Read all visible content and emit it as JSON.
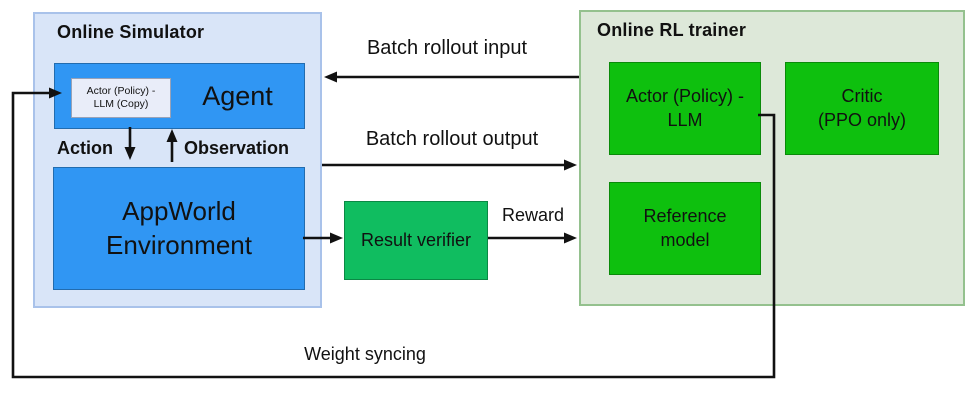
{
  "diagram": {
    "simulator": {
      "title": "Online Simulator",
      "agent": {
        "label": "Agent",
        "copy_model_label": "Actor (Policy) -\nLLM (Copy)"
      },
      "action_label": "Action",
      "observation_label": "Observation",
      "environment_label": "AppWorld\nEnvironment"
    },
    "verifier": {
      "label": "Result verifier"
    },
    "trainer": {
      "title": "Online RL trainer",
      "actor_label": "Actor (Policy) -\nLLM",
      "critic_label": "Critic\n(PPO only)",
      "reference_label": "Reference\nmodel"
    },
    "flows": {
      "batch_rollout_input": "Batch rollout input",
      "batch_rollout_output": "Batch rollout output",
      "reward": "Reward",
      "weight_syncing": "Weight syncing"
    },
    "colors": {
      "simulator_panel_bg": "#d9e5f8",
      "simulator_panel_border": "#a9c2ea",
      "blue_box": "#3096f3",
      "copy_box_bg": "#e9edf9",
      "trainer_panel_bg": "#dde8d9",
      "trainer_panel_border": "#94c18e",
      "green_box": "#0ec00e",
      "verifier_box": "#10bd60",
      "arrow": "#111111"
    }
  }
}
